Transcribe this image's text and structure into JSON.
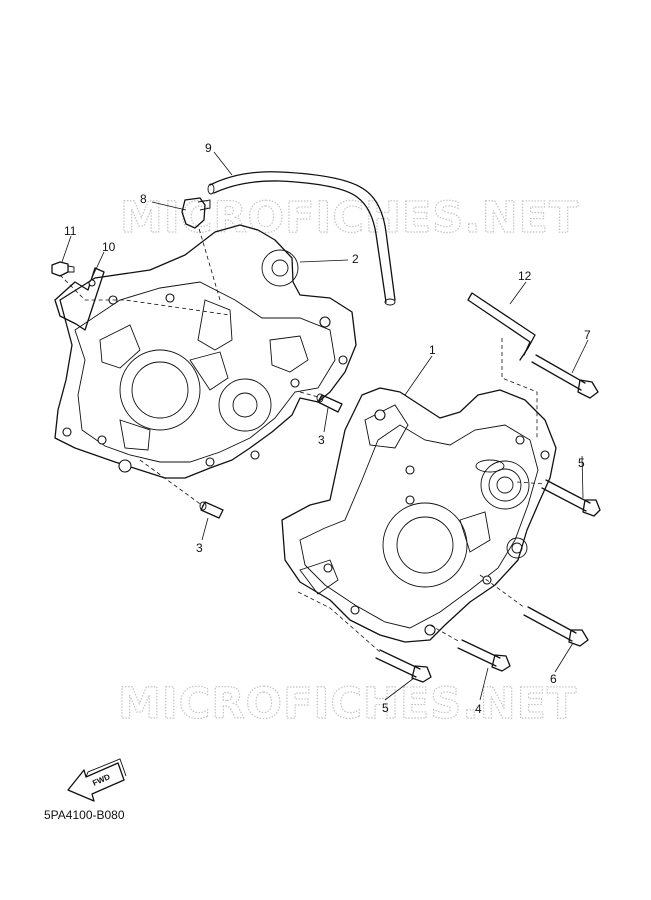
{
  "watermark_top": "MICROFICHES.NET",
  "watermark_bottom": "MICROFICHES.NET",
  "diagram_code": "5PA4100-B080",
  "fwd_label": "FWD",
  "callouts": {
    "c1": "1",
    "c2": "2",
    "c3a": "3",
    "c3b": "3",
    "c4": "4",
    "c5a": "5",
    "c5b": "5",
    "c6": "6",
    "c7": "7",
    "c8": "8",
    "c9": "9",
    "c10": "10",
    "c11": "11",
    "c12": "12"
  }
}
